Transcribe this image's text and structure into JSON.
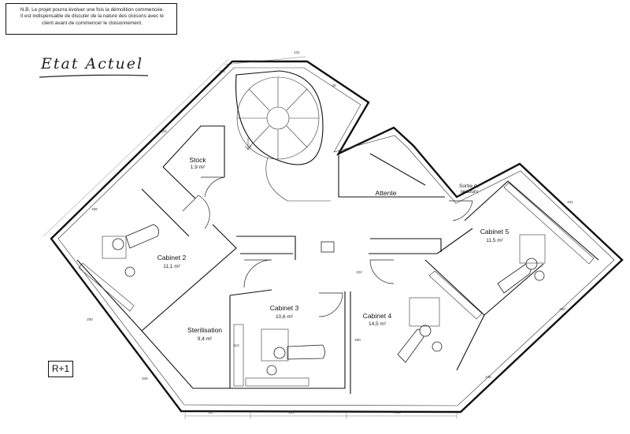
{
  "note": {
    "lines": [
      "N.B. Le projet pourra évoluer une fois la démolition commencée.",
      "Il est indispensable de discuter de la nature des cloisons avec le",
      "client avant de commencer le cloisonnement."
    ]
  },
  "title": "Etat Actuel",
  "level": "R+1",
  "rooms": {
    "stock": {
      "name": "Stock",
      "area": "1,9 m²"
    },
    "attente": {
      "name": "Attente"
    },
    "sortie": {
      "line1": "Sortie de",
      "line2": "secours"
    },
    "cabinet2": {
      "name": "Cabinet 2",
      "area": "11,1 m²"
    },
    "cabinet3": {
      "name": "Cabinet 3",
      "area": "10,6 m²"
    },
    "cabinet4": {
      "name": "Cabinet 4",
      "area": "14,5 m²"
    },
    "cabinet5": {
      "name": "Cabinet 5",
      "area": "11,5 m²"
    },
    "sterilisation": {
      "name": "Sterilisation",
      "area": "9,4 m²"
    }
  },
  "dimensions": {
    "d1": "325",
    "d2": "131",
    "d3": "40",
    "d4": "104",
    "d5": "406",
    "d6": "341",
    "d7": "200",
    "d8": "540",
    "d9": "222",
    "d10": "200",
    "d11": "200",
    "d12": "312",
    "d13": "245",
    "d14": "107",
    "d15": "205",
    "d16": "291"
  }
}
